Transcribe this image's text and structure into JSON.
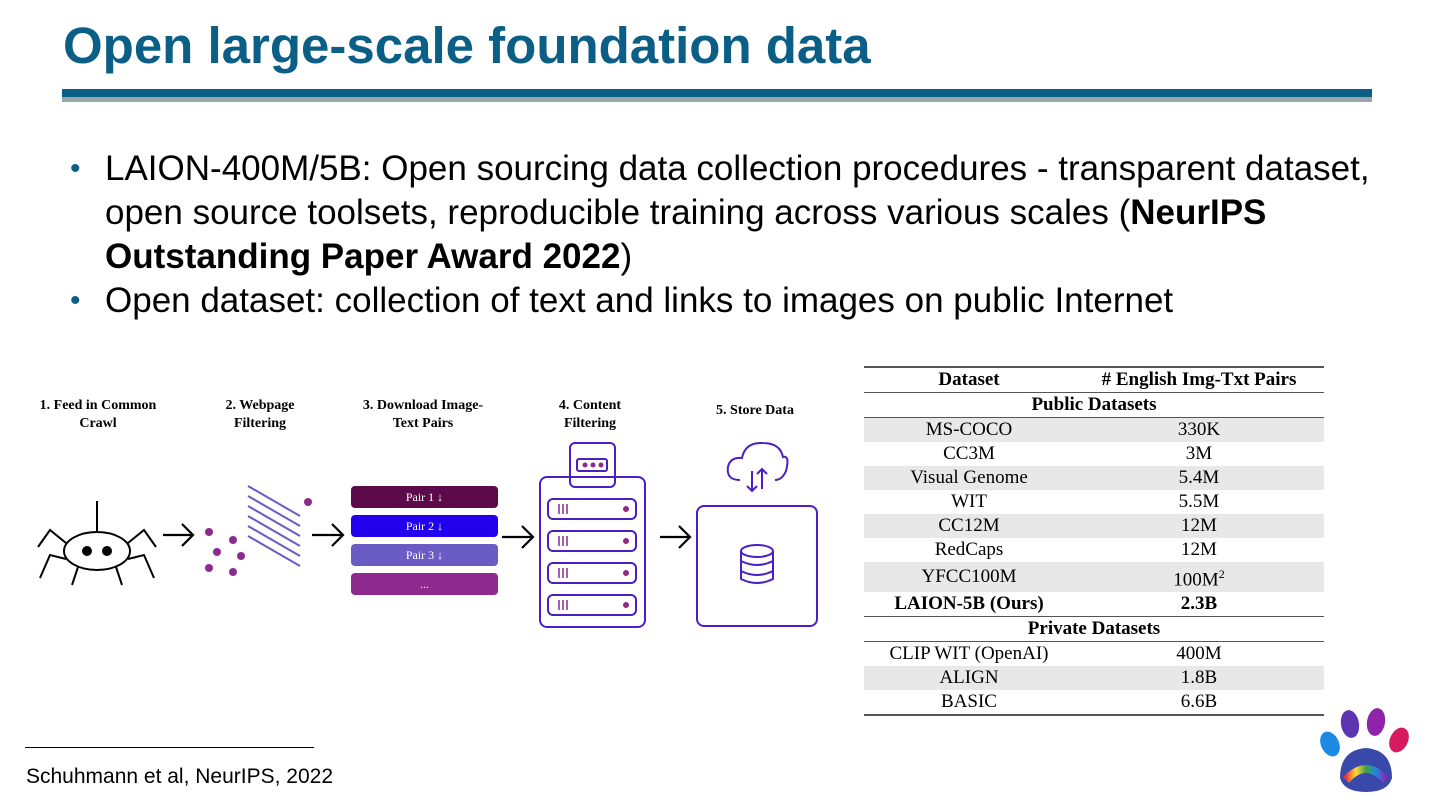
{
  "title": "Open large-scale foundation data",
  "bullets": {
    "b1_text": "LAION-400M/5B: Open sourcing data collection procedures - transparent dataset, open source toolsets, reproducible training across various scales (",
    "b1_bold": "NeurIPS Outstanding Paper Award 2022",
    "b1_close": ")",
    "b2_text": "Open dataset: collection of text and links to images on public Internet"
  },
  "pipeline": {
    "step1": "1. Feed in Common Crawl",
    "step2": "2. Webpage Filtering",
    "step3": "3. Download Image-Text Pairs",
    "step4": "4. Content Filtering",
    "step5": "5. Store Data",
    "pairs": [
      "Pair 1 ↓",
      "Pair 2 ↓",
      "Pair 3 ↓",
      "..."
    ],
    "pair_colors": [
      "#5c0a4a",
      "#2200ee",
      "#6b5bc4",
      "#8e2a8e"
    ],
    "server_marks": "III"
  },
  "table": {
    "header": [
      "Dataset",
      "# English Img-Txt Pairs"
    ],
    "public_label": "Public Datasets",
    "public_rows": [
      {
        "name": "MS-COCO",
        "value": "330K"
      },
      {
        "name": "CC3M",
        "value": "3M"
      },
      {
        "name": "Visual Genome",
        "value": "5.4M"
      },
      {
        "name": "WIT",
        "value": "5.5M"
      },
      {
        "name": "CC12M",
        "value": "12M"
      },
      {
        "name": "RedCaps",
        "value": "12M"
      },
      {
        "name": "YFCC100M",
        "value": "100M",
        "sup": "2"
      }
    ],
    "ours_row": {
      "name": "LAION-5B (Ours)",
      "value": "2.3B"
    },
    "private_label": "Private Datasets",
    "private_rows": [
      {
        "name": "CLIP WIT (OpenAI)",
        "value": "400M"
      },
      {
        "name": "ALIGN",
        "value": "1.8B"
      },
      {
        "name": "BASIC",
        "value": "6.6B"
      }
    ]
  },
  "footnote": "Schuhmann et al, NeurIPS, 2022",
  "icons": [
    "spider-icon",
    "scattered-dots-icon",
    "diagonal-lines-icon",
    "arrow-right-icon",
    "server-rack-icon",
    "graphics-card-icon",
    "cloud-upload-download-icon",
    "database-icon",
    "paw-logo-icon"
  ]
}
